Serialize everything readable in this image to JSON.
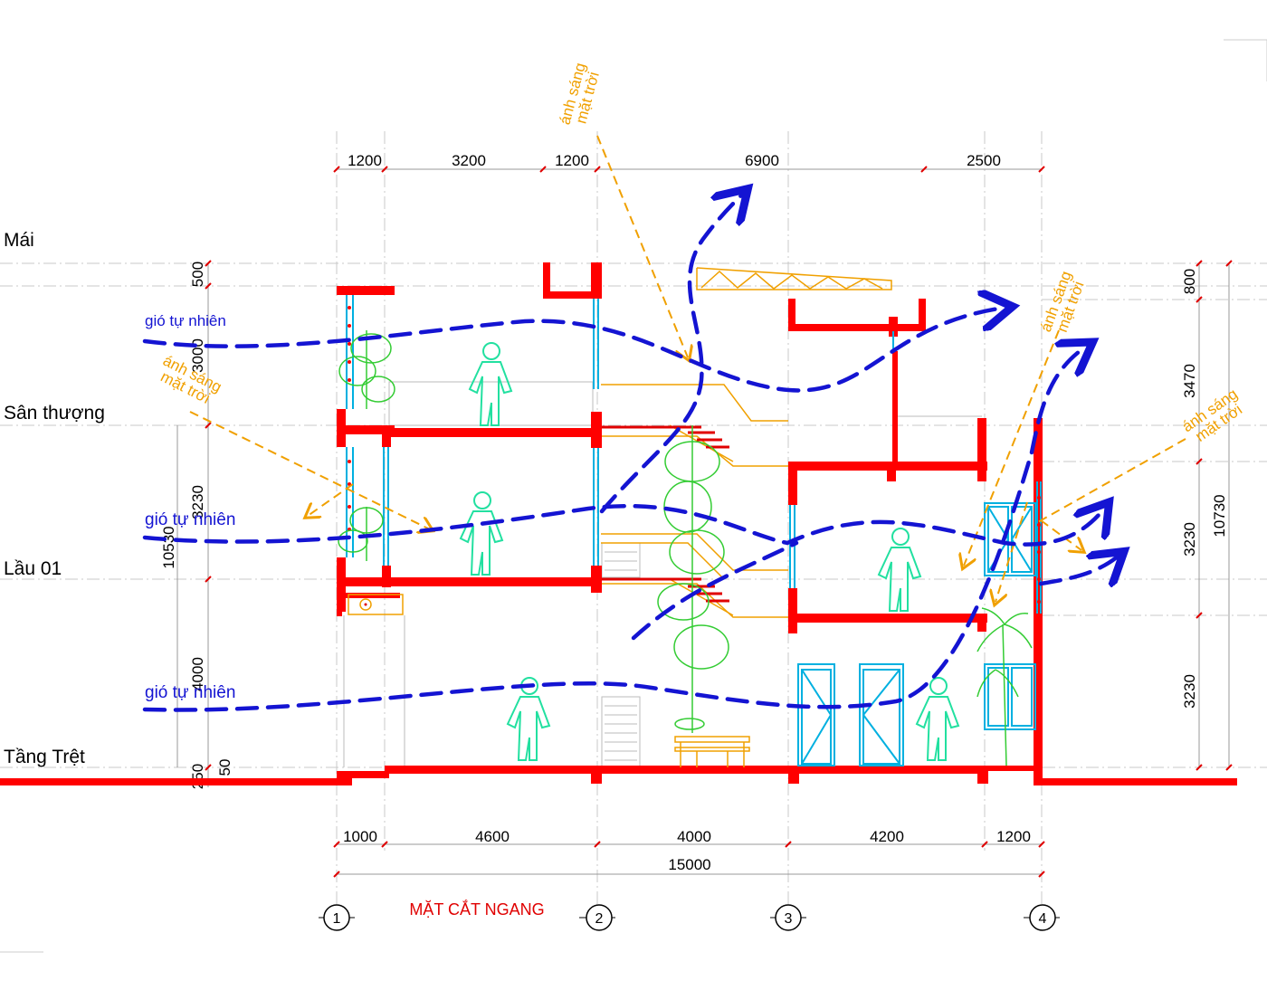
{
  "levels": {
    "roof": "Mái",
    "terrace": "Sân thượng",
    "floor1": "Lầu 01",
    "ground": "Tầng Trệt"
  },
  "top_dims": [
    "1200",
    "3200",
    "1200",
    "6900",
    "2500"
  ],
  "bottom_dims": [
    "1000",
    "4600",
    "4000",
    "4200",
    "1200"
  ],
  "bottom_total": "15000",
  "left_dims": {
    "d500": "500",
    "d3000": "3000",
    "d3230": "3230",
    "d10530": "10530",
    "d4000": "4000",
    "d250": "250",
    "d50": "50"
  },
  "right_dims": {
    "d800": "800",
    "d3470": "3470",
    "d3230a": "3230",
    "d3230b": "3230",
    "d10730": "10730"
  },
  "wind_label": "gió tự nhiên",
  "sun_label_line1": "ánh sáng",
  "sun_label_line2": "mặt trời",
  "section_title": "MẶT CẮT NGANG",
  "axes": [
    "1",
    "2",
    "3",
    "4"
  ],
  "colors": {
    "wall": "#ff0000",
    "wind": "#1414d2",
    "sun": "#f0a000",
    "plant": "#33cc33",
    "person": "#22e0a0",
    "door": "#00b0e0"
  }
}
